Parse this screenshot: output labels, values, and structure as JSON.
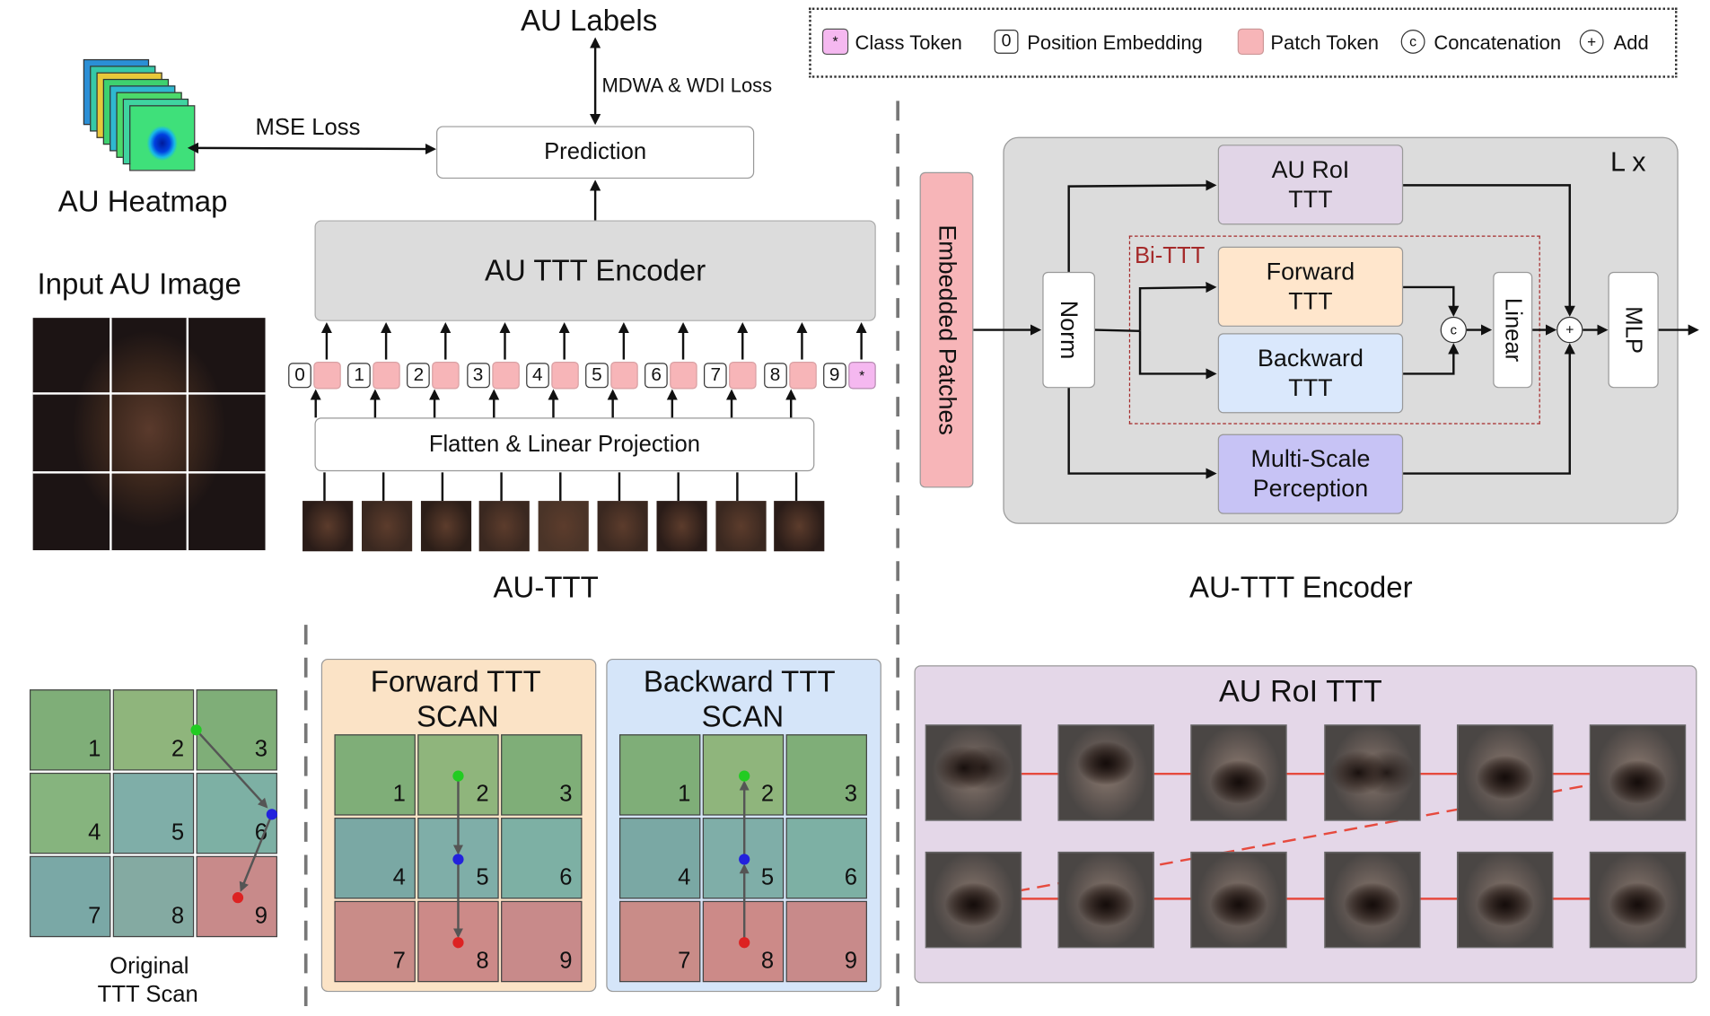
{
  "colors": {
    "patch_token": "#f7b5b8",
    "class_token": "#f5b8f0",
    "encoder_gray": "#dcdcdc",
    "roi_box": "#e1d5e7",
    "forward_box": "#ffe6cc",
    "backward_box": "#dae8fc",
    "multiscale_box": "#c7c3f5",
    "bi_ttt_dashed": "#a52a2a",
    "roi_panel": "#e4d7e8",
    "forward_panel": "#fbe3c6",
    "backward_panel": "#d5e5f9",
    "scan_green": "#22cc22",
    "scan_blue": "#2222dd",
    "scan_red": "#dd2222",
    "roi_arrow": "#e64a3e"
  },
  "legend": {
    "class_symbol": "*",
    "class_label": "Class Token",
    "pos_symbol": "0",
    "pos_label": "Position Embedding",
    "patch_label": "Patch Token",
    "concat_symbol": "c",
    "concat_label": "Concatenation",
    "add_symbol": "+",
    "add_label": "Add"
  },
  "pipeline": {
    "au_labels": "AU Labels",
    "loss_label": "MDWA & WDI Loss",
    "mse_label": "MSE Loss",
    "prediction": "Prediction",
    "heatmap_label": "AU Heatmap",
    "input_label": "Input AU Image",
    "encoder_label": "AU TTT Encoder",
    "projection_label": "Flatten & Linear Projection",
    "position_numbers": [
      "0",
      "1",
      "2",
      "3",
      "4",
      "5",
      "6",
      "7",
      "8",
      "9"
    ],
    "class_token_symbol": "*",
    "caption": "AU-TTT"
  },
  "encoder": {
    "embedded_patches": "Embedded Patches",
    "norm": "Norm",
    "au_roi": "AU RoI TTT",
    "bi_ttt": "Bi-TTT",
    "forward": "Forward TTT",
    "backward": "Backward TTT",
    "multiscale": "Multi-Scale Perception",
    "concat_symbol": "c",
    "add_symbol": "+",
    "linear": "Linear",
    "mlp": "MLP",
    "repeat": "L x",
    "caption": "AU-TTT Encoder"
  },
  "scan": {
    "grid_numbers": [
      "1",
      "2",
      "3",
      "4",
      "5",
      "6",
      "7",
      "8",
      "9"
    ],
    "original_label_line1": "Original",
    "original_label_line2": "TTT Scan",
    "forward_title_line1": "Forward TTT",
    "forward_title_line2": "SCAN",
    "backward_title_line1": "Backward TTT",
    "backward_title_line2": "SCAN"
  },
  "roi": {
    "title": "AU RoI TTT"
  }
}
